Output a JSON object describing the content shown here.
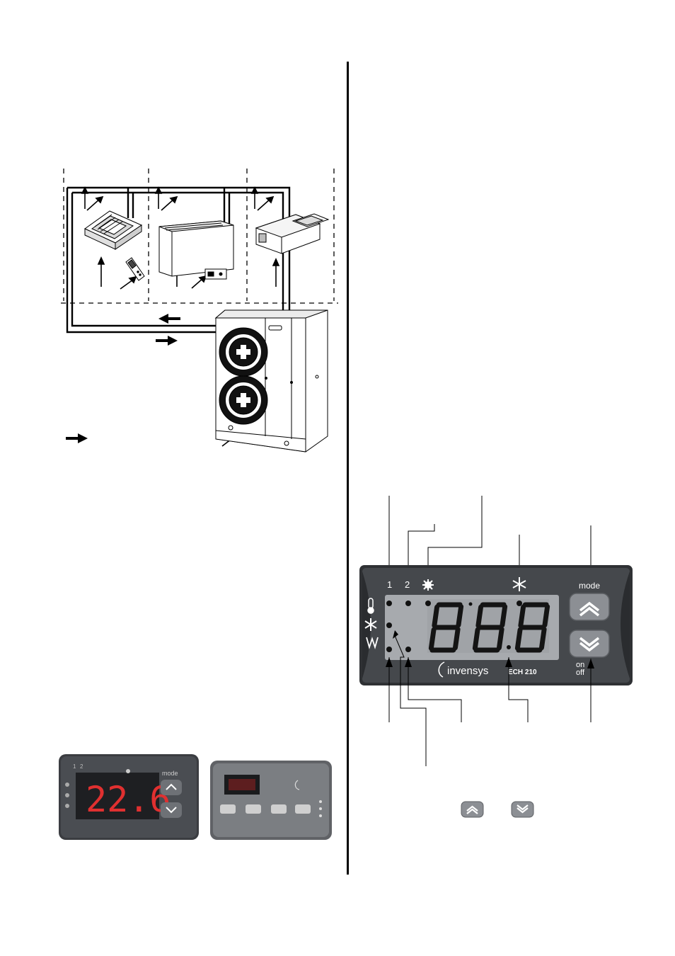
{
  "controller": {
    "led_label_1": "1",
    "led_label_2": "2",
    "mode_label": "mode",
    "on_label": "on",
    "off_label": "off",
    "brand": "invensys",
    "model": "ECH 210",
    "display": "888"
  },
  "photo_controller": {
    "display": "22.6",
    "mode_label": "mode",
    "led_label_1": "1",
    "led_label_2": "2"
  },
  "icons": {
    "fan_coil_units": [
      "cassette-unit-icon",
      "floor-console-unit-icon",
      "ducted-unit-icon"
    ],
    "accessories": [
      "remote-control-icon",
      "wall-thermostat-icon"
    ],
    "outdoor": "heat-pump-chiller-icon",
    "controller_symbols": [
      "thermometer-icon",
      "snowflake-icon",
      "sun-icon",
      "heater-icon",
      "up-chevron-icon",
      "down-chevron-icon"
    ]
  },
  "colors": {
    "panel": "#3c3e42",
    "display": "#a9acb0",
    "button": "#8d9096",
    "line": "#000000"
  }
}
